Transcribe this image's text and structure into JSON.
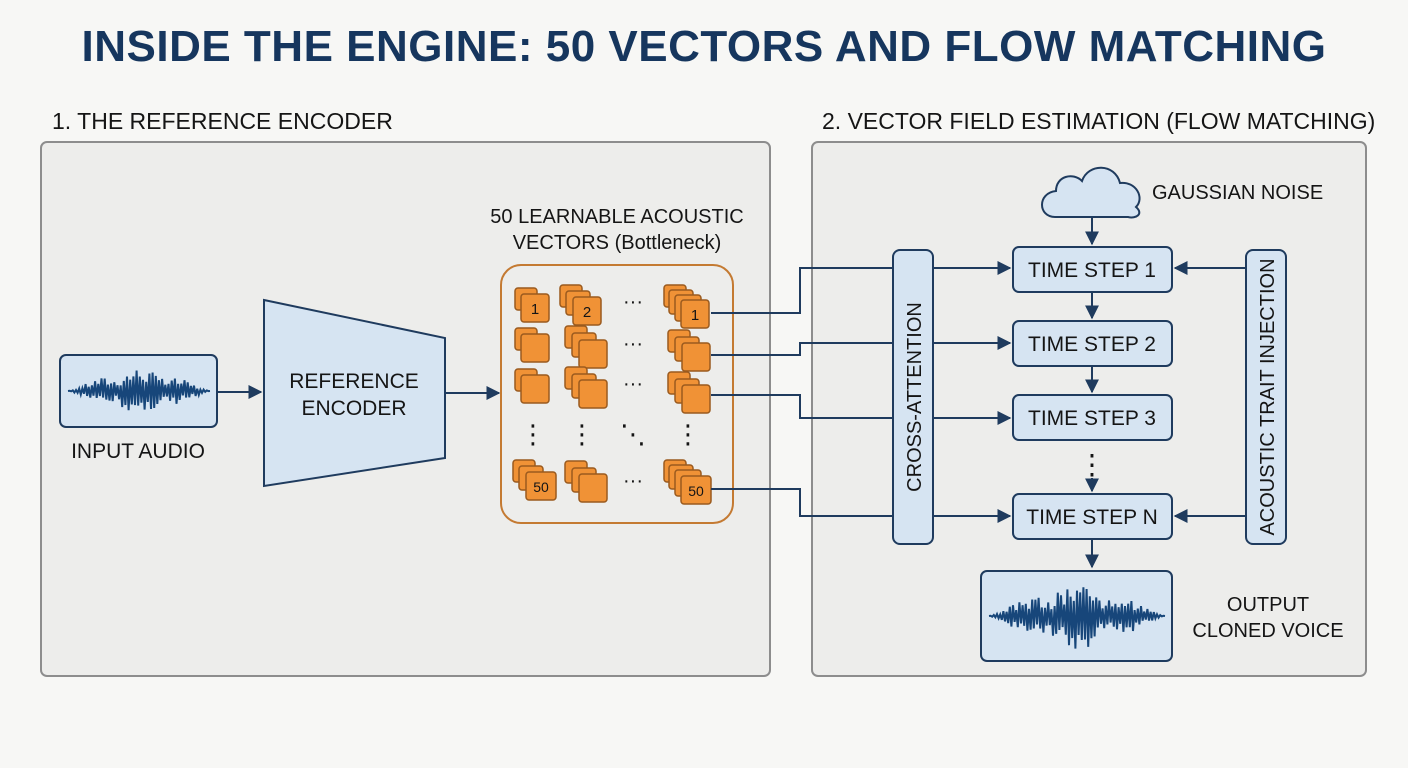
{
  "title": "INSIDE THE ENGINE: 50 VECTORS AND FLOW MATCHING",
  "colors": {
    "title": "#16365e",
    "box_fill": "#d6e4f2",
    "box_stroke": "#1f3b5e",
    "vector_fill": "#f09236",
    "vector_stroke": "#9a5a1e",
    "bottleneck_stroke": "#c47a32",
    "panel_fill": "#ededeb",
    "panel_stroke": "#8d8d8d",
    "waveform": "#17467a"
  },
  "section1": {
    "title": "1. THE REFERENCE ENCODER",
    "input_audio_label": "INPUT AUDIO",
    "encoder_label_line1": "REFERENCE",
    "encoder_label_line2": "ENCODER",
    "bottleneck_label_line1": "50 LEARNABLE ACOUSTIC",
    "bottleneck_label_line2": "VECTORS (Bottleneck)",
    "vector_labels": {
      "first_col_top": "1",
      "second_col_top": "2",
      "last_col_top": "1",
      "first_col_bottom": "50",
      "last_col_bottom": "50"
    },
    "ellipsis_horizontal": "···",
    "ellipsis_vertical": "⋮",
    "ellipsis_diagonal": "⋱"
  },
  "section2": {
    "title": "2. VECTOR FIELD ESTIMATION (FLOW MATCHING)",
    "noise_label": "GAUSSIAN NOISE",
    "cross_attention_label": "CROSS-ATTENTION",
    "trait_injection_label": "ACOUSTIC TRAIT INJECTION",
    "time_steps": [
      "TIME STEP 1",
      "TIME STEP 2",
      "TIME STEP 3",
      "TIME STEP N"
    ],
    "step_ellipsis": "⋮",
    "output_label_line1": "OUTPUT",
    "output_label_line2": "CLONED VOICE"
  }
}
